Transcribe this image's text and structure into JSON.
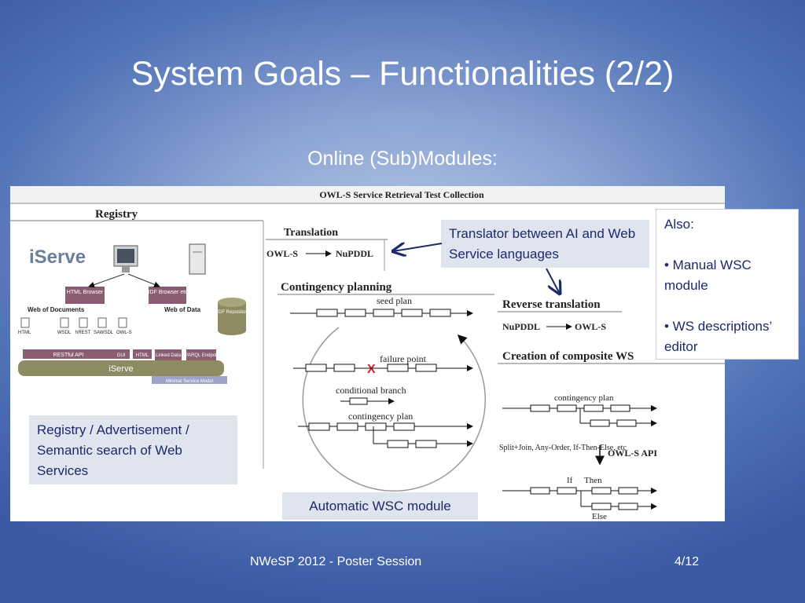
{
  "slide": {
    "title": "System Goals – Functionalities (2/2)",
    "subtitle": "Online (Sub)Modules:",
    "footer_text": "NWeSP 2012 - Poster Session",
    "page_number": "4/12"
  },
  "figure": {
    "header": "OWL-S Service Retrieval Test Collection",
    "registry": {
      "heading": "Registry",
      "logo": "iServe",
      "html_browser": "HTML Browser",
      "rdf_browser": "RDF Browser etc.",
      "web_of_documents": "Web of Documents",
      "web_of_data": "Web of Data",
      "rdf_repository": "RDF Repository",
      "file_types": [
        "HTML",
        "WSDL",
        "hREST",
        "SAWSDL",
        "OWL-S"
      ],
      "restful_api": "RESTful API",
      "gui": "GUI",
      "html": "HTML",
      "linked_data": "Linked Data",
      "sparql_endpoint": "SPARQL Endpoint",
      "iserve_bar": "iServe",
      "minimal_service_model": "Minimal Service Model"
    },
    "translation": {
      "heading": "Translation",
      "from": "OWL-S",
      "to": "NuPDDL"
    },
    "contingency": {
      "heading": "Contingency planning",
      "seed_plan": "seed plan",
      "failure_point": "failure point",
      "failure_mark": "X",
      "conditional_branch": "conditional branch",
      "contingency_plan": "contingency plan"
    },
    "reverse": {
      "heading": "Reverse translation",
      "from": "NuPDDL",
      "to": "OWL-S"
    },
    "composite": {
      "heading": "Creation of composite WS",
      "contingency_plan": "contingency plan",
      "constructs": "Split+Join, Any-Order, If-Then-Else, etc",
      "api": "OWL-S API",
      "if_label": "If",
      "then_label": "Then",
      "else_label": "Else"
    }
  },
  "callouts": {
    "translator": "Translator between AI and Web Service languages",
    "registry": "Registry / Advertisement / Semantic search of Web Services",
    "automatic": "Automatic WSC module",
    "also_title": "Also:",
    "also_items": [
      "• Manual WSC module",
      "• WS descriptions’ editor"
    ]
  },
  "colors": {
    "callout_text": "#1c2a6b",
    "failure_mark": "#e0202a"
  }
}
